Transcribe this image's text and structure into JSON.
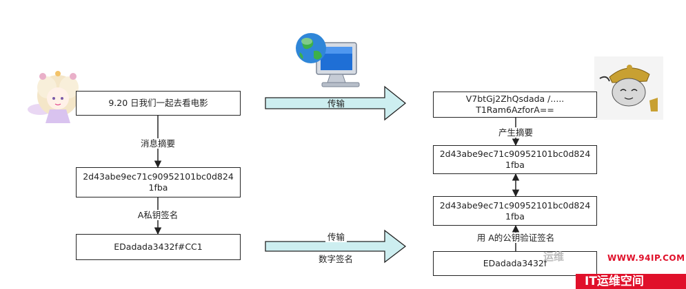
{
  "sender": {
    "message": "9.20 日我们一起去看电影",
    "digest_label": "消息摘要",
    "digest_line1": "2d43abe9ec71c90952101bc0d824",
    "digest_line2": "1fba",
    "sign_label": "A私钥签名",
    "signature": "EDadada3432f#CC1"
  },
  "channel": {
    "top_label": "传输",
    "bottom_label": "传输",
    "bottom_sublabel": "数字签名"
  },
  "receiver": {
    "cipher_line1": "V7btGj2ZhQsdada /.....",
    "cipher_line2": "T1Ram6AzforA==",
    "produce_label": "产生摘要",
    "digest1_line1": "2d43abe9ec71c90952101bc0d824",
    "digest1_line2": "1fba",
    "digest2_line1": "2d43abe9ec71c90952101bc0d824",
    "digest2_line2": "1fba",
    "verify_label": "用 A的公钥验证签名",
    "signature": "EDadada3432f"
  },
  "watermark": {
    "url": "WWW.94IP.COM",
    "title": "IT运维空间",
    "faint": "运维"
  },
  "colors": {
    "arrow_fill": "#cdeef0",
    "line": "#222222",
    "brand_red": "#e0102a"
  }
}
